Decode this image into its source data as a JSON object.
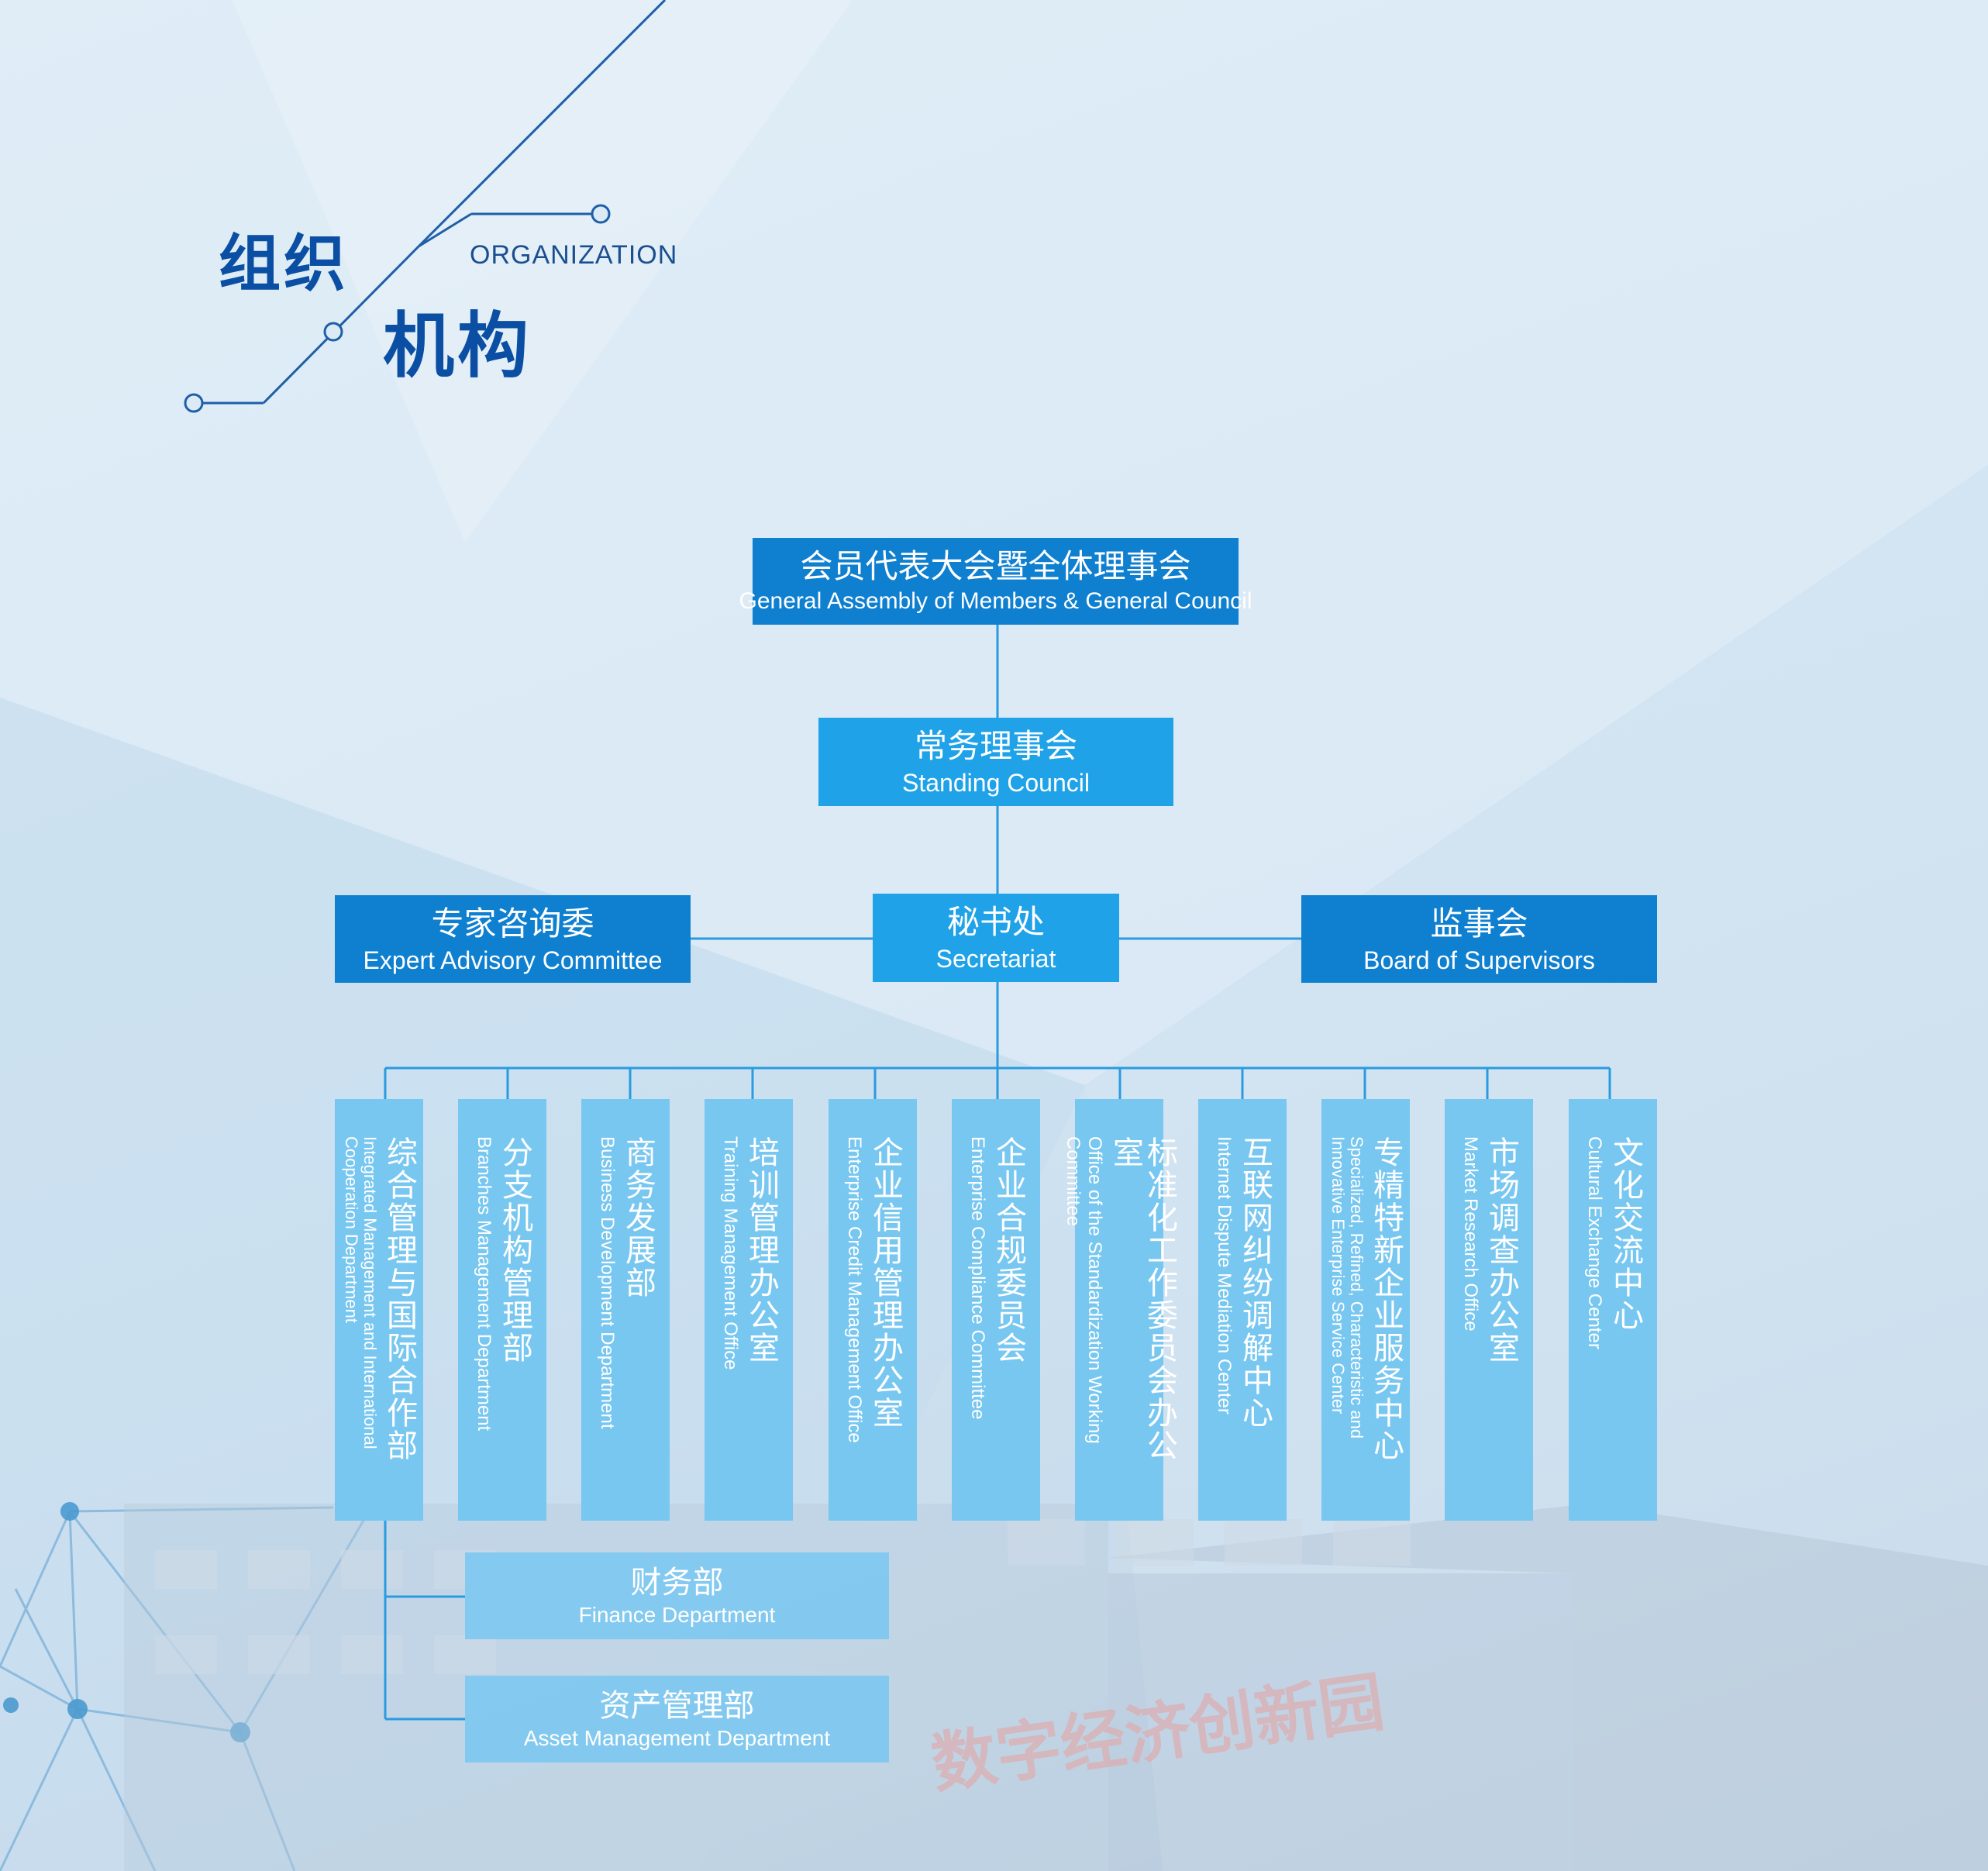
{
  "header": {
    "title_zh_line1": "组织",
    "title_zh_line2": "机构",
    "title_en": "ORGANIZATION"
  },
  "org": {
    "top": {
      "zh": "会员代表大会暨全体理事会",
      "en": "General Assembly of Members & General Council"
    },
    "standing": {
      "zh": "常务理事会",
      "en": "Standing Council"
    },
    "expert": {
      "zh": "专家咨询委",
      "en": "Expert Advisory Committee"
    },
    "secretariat": {
      "zh": "秘书处",
      "en": "Secretariat"
    },
    "supervisors": {
      "zh": "监事会",
      "en": "Board of Supervisors"
    },
    "departments": [
      {
        "zh": "综合管理与国际合作部",
        "en": "Integrated Management and International Cooperation Department"
      },
      {
        "zh": "分支机构管理部",
        "en": "Branches Management Department"
      },
      {
        "zh": "商务发展部",
        "en": "Business Development Department"
      },
      {
        "zh": "培训管理办公室",
        "en": "Training Management Office"
      },
      {
        "zh": "企业信用管理办公室",
        "en": "Enterprise Credit Management Office"
      },
      {
        "zh": "企业合规委员会",
        "en": "Enterprise Compliance Committee"
      },
      {
        "zh": "标准化工作委员会办公室",
        "en": "Office of the Standardization Working Committee"
      },
      {
        "zh": "互联网纠纷调解中心",
        "en": "Internet Dispute Mediation Center"
      },
      {
        "zh": "专精特新企业服务中心",
        "en": "Specialized, Refined, Characteristic and Innovative Enterprise Service Center"
      },
      {
        "zh": "市场调查办公室",
        "en": "Market Research Office"
      },
      {
        "zh": "文化交流中心",
        "en": "Cultural Exchange Center"
      }
    ],
    "sub_departments": [
      {
        "zh": "财务部",
        "en": "Finance Department"
      },
      {
        "zh": "资产管理部",
        "en": "Asset Management Department"
      }
    ]
  },
  "background": {
    "building_sign": "数字经济创新园"
  },
  "colors": {
    "title_blue": "#0a4fa3",
    "box_dark": "#0f7fd0",
    "box_mid": "#1fa2e8",
    "box_light": "#78c7f1",
    "connector": "#2a9be0"
  }
}
